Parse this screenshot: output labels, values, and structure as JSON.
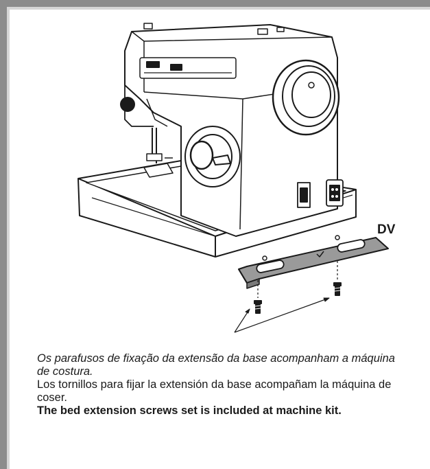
{
  "illustration": {
    "part_label": "DV"
  },
  "caption": {
    "portuguese": "Os parafusos de fixação da extensão da base acompanham a máquina de costura.",
    "spanish": "Los tornillos para fijar la extensión da base acompañam la máquina de coser.",
    "english": "The bed extension screws set is included at machine kit."
  },
  "colors": {
    "frame": "#8c8c8c",
    "frame_inner": "#d6d6d6",
    "line_art": "#1a1a1a",
    "plate_fill": "#9a9a9a"
  }
}
